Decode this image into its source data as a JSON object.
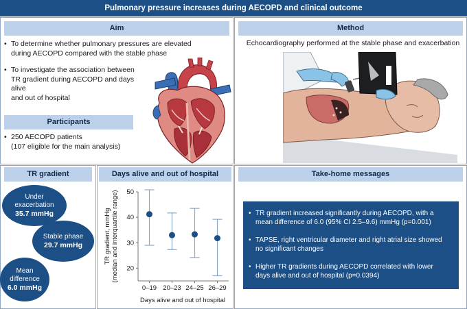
{
  "title": "Pulmonary pressure increases during AECOPD and clinical outcome",
  "aim": {
    "heading": "Aim",
    "bullets": [
      [
        "To determine whether pulmonary pressures are elevated",
        "during AECOPD compared with the stable phase"
      ],
      [
        "To investigate the association between",
        "TR gradient during AECOPD and days alive",
        "and out of hospital"
      ]
    ]
  },
  "method": {
    "heading": "Method",
    "text": "Echocardiography performed at the stable phase and exacerbation"
  },
  "participants": {
    "heading": "Participants",
    "line1": "250 AECOPD patients",
    "line2": "(107 eligible for the main analysis)"
  },
  "tr_gradient": {
    "heading": "TR gradient",
    "circles": [
      {
        "label_lines": [
          "Under",
          "exacerbation"
        ],
        "value": "35.7 mmHg"
      },
      {
        "label_lines": [
          "Stable phase"
        ],
        "value": "29.7 mmHg"
      },
      {
        "label_lines": [
          "Mean",
          "difference"
        ],
        "value": "6.0 mmHg"
      }
    ]
  },
  "days_panel": {
    "heading": "Days alive and out of hospital"
  },
  "chart_data": {
    "type": "scatter",
    "categories": [
      "0–19",
      "20–23",
      "24–25",
      "26–29"
    ],
    "median": [
      41.2,
      33.0,
      33.3,
      31.8
    ],
    "lower": [
      29.0,
      27.3,
      24.2,
      17.0
    ],
    "upper": [
      50.8,
      41.7,
      43.5,
      39.2
    ],
    "ylim": [
      15,
      50
    ],
    "yticks": [
      20,
      30,
      40,
      50
    ],
    "ylabel_line1": "TR gradient, mmHg",
    "ylabel_line2": "(median and interquartile range)",
    "xlabel": "Days alive and out of hospital",
    "colors": {
      "point": "#1b4f86",
      "whisker": "#8aa8c8"
    }
  },
  "take_home": {
    "heading": "Take-home messages",
    "bullets": [
      [
        "TR gradient increased significantly during AECOPD, with a",
        "mean difference of 6.0 (95% CI 2.5–9.6) mmHg (p=0.001)"
      ],
      [
        "TAPSE, right ventricular diameter and right atrial size showed",
        "no significant changes"
      ],
      [
        "Higher TR gradients during AECOPD correlated with lower",
        "days alive and out of hospital (p=0.0394)"
      ]
    ]
  },
  "colors": {
    "brand": "#1b4f86",
    "header_fill": "#bcd0ea",
    "border": "#8fa9c7"
  }
}
